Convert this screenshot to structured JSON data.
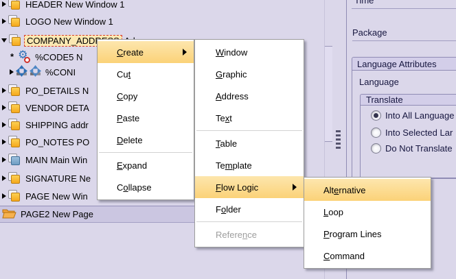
{
  "tree": {
    "items": [
      {
        "label": "HEADER New Window 1",
        "icon": "window-yellow",
        "expander": "collapsed"
      },
      {
        "label": "LOGO New Window 1",
        "icon": "window-yellow",
        "expander": "collapsed"
      },
      {
        "label": "COMPANY_ADDRESS",
        "suffix": "Adc",
        "icon": "window-yellow",
        "expander": "expanded",
        "selected": true
      },
      {
        "label": "%CODE5 N",
        "icon": "gear",
        "expander": "leaf-dot",
        "indent": 1
      },
      {
        "label": "%CONI",
        "icon": "condition",
        "expander": "collapsed",
        "indent": 1
      },
      {
        "label": "PO_DETAILS N",
        "icon": "window-yellow",
        "expander": "collapsed"
      },
      {
        "label": "VENDOR DETA",
        "icon": "window-yellow",
        "expander": "collapsed"
      },
      {
        "label": "SHIPPING addr",
        "icon": "window-yellow",
        "expander": "collapsed"
      },
      {
        "label": "PO_NOTES PO",
        "icon": "window-yellow",
        "expander": "collapsed"
      },
      {
        "label": "MAIN Main Win",
        "icon": "window-blue",
        "expander": "collapsed"
      },
      {
        "label": "SIGNATURE Ne",
        "icon": "window-yellow",
        "expander": "collapsed"
      },
      {
        "label": "PAGE New Win",
        "icon": "window-yellow",
        "expander": "collapsed"
      },
      {
        "label": "PAGE2 New Page",
        "icon": "folder-open",
        "expander": "none",
        "row_selected": true
      }
    ]
  },
  "menus": {
    "context": {
      "items": [
        {
          "label": "Create",
          "u": 0,
          "submenu": true,
          "state": "highlighted"
        },
        {
          "label": "Cut",
          "u": 2
        },
        {
          "label": "Copy",
          "u": 0
        },
        {
          "label": "Paste",
          "u": 0
        },
        {
          "label": "Delete",
          "u": 0
        },
        {
          "sep": true
        },
        {
          "label": "Expand",
          "u": 0
        },
        {
          "label": "Collapse",
          "u": 1
        }
      ]
    },
    "create_submenu": {
      "items": [
        {
          "label": "Window",
          "u": 0
        },
        {
          "label": "Graphic",
          "u": 0
        },
        {
          "label": "Address",
          "u": 0
        },
        {
          "label": "Text",
          "u": 2
        },
        {
          "sep": true
        },
        {
          "label": "Table",
          "u": 0
        },
        {
          "label": "Template",
          "u": 2
        },
        {
          "label": "Flow Logic",
          "u": 0,
          "submenu": true,
          "state": "highlighted"
        },
        {
          "label": "Folder",
          "u": 1
        },
        {
          "sep": true
        },
        {
          "label": "Reference",
          "u": 6,
          "state": "disabled"
        }
      ]
    },
    "flow_logic_submenu": {
      "items": [
        {
          "label": "Alternative",
          "u": 3,
          "state": "highlighted"
        },
        {
          "label": "Loop",
          "u": 0
        },
        {
          "label": "Program Lines",
          "u": 0
        },
        {
          "label": "Command",
          "u": 0
        }
      ]
    }
  },
  "right_panel": {
    "time_label": "Time",
    "package_label": "Package",
    "language_attributes_title": "Language Attributes",
    "language_label": "Language",
    "translate_title": "Translate",
    "radios": [
      {
        "label": "Into All Language",
        "selected": true
      },
      {
        "label": "Into Selected Lar",
        "selected": false
      },
      {
        "label": "Do Not Translate",
        "selected": false
      }
    ]
  },
  "colors": {
    "panel_bg": "#dbd7ea",
    "menu_highlight": "#fbd278",
    "selection_border": "#d63a2f",
    "folder_yellow": "#f6a81c",
    "window_blue": "#6f9cc2"
  }
}
